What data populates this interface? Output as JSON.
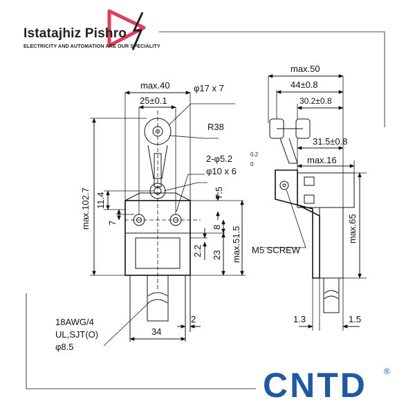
{
  "brand": {
    "name": "Istatajhiz Pishro",
    "tagline": "ELECTRICITY AND AUTOMATION ARE OUR SPECIALITY",
    "logo_text": "CNTD",
    "logo_mark": "®",
    "logo_color": "#1d5aa6",
    "mark_color": "#e63a5a"
  },
  "front_view": {
    "max_width": "max.40",
    "hole_spacing": "25±0.1",
    "roller": "φ17 x 7",
    "lever_radius": "R38",
    "mount_holes": "2-φ5.2",
    "mount_tol_top": "0.2",
    "mount_tol_bottom": "0",
    "shaft": "φ10 x 6",
    "max_height": "max.102.7",
    "dim_11_4": "11.4",
    "dim_7": "7",
    "dim_7_5": "7.5",
    "dim_8": "8",
    "dim_2_2": "2.2",
    "dim_23": "23",
    "body_height": "max.51.5",
    "cable_width": "34",
    "cable_offset": "2",
    "cable_label_1": "18AWG/4",
    "cable_label_2": "UL,SJT(O)",
    "cable_label_3": "φ8.5"
  },
  "side_view": {
    "max_width": "max.50",
    "dim_44": "44±0.8",
    "dim_30_2": "30.2±0.8",
    "dim_31_5": "31.5±0.8",
    "max_depth": "max.16",
    "max_height": "max.65",
    "screw_label": "M5 SCREW",
    "dim_1_3": "1.3",
    "dim_1_5": "1.5"
  }
}
